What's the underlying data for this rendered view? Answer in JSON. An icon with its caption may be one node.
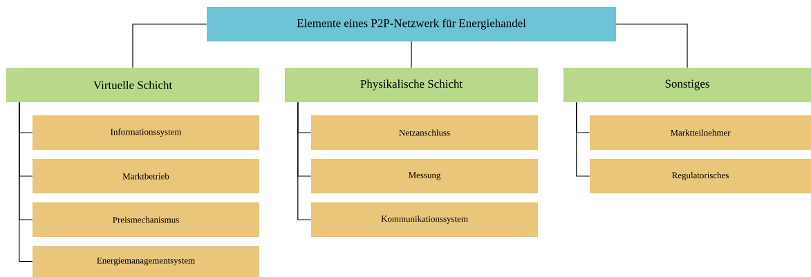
{
  "diagram": {
    "nodes": [
      {
        "text": [
          "Elemente eines P2P-Netzwerk für Energiehandel"
        ]
      },
      {
        "text": [
          "Virtuelle Schicht"
        ]
      },
      {
        "text": [
          "Informationssystem"
        ]
      },
      {
        "text": [
          "Marktbetrieb"
        ]
      },
      {
        "text": [
          "Preismechanismus"
        ]
      },
      {
        "text": [
          "Energiemanagementsystem"
        ]
      },
      {
        "text": [
          "Physikalische Schicht"
        ]
      },
      {
        "text": [
          "Netzanschluss"
        ]
      },
      {
        "text": [
          "Messung"
        ]
      },
      {
        "text": [
          "Kommunikationssystem"
        ]
      },
      {
        "text": [
          "Sonstiges"
        ]
      },
      {
        "text": [
          "Marktteilnehmer"
        ]
      },
      {
        "text": [
          "Regulatorisches"
        ]
      }
    ],
    "edges": [
      {
        "from": 0,
        "to": 1,
        "arrow": "none"
      },
      {
        "from": 0,
        "to": 6,
        "arrow": "none"
      },
      {
        "from": 0,
        "to": 10,
        "arrow": "none"
      },
      {
        "from": 1,
        "to": 2,
        "arrow": "none"
      },
      {
        "from": 1,
        "to": 3,
        "arrow": "none"
      },
      {
        "from": 1,
        "to": 4,
        "arrow": "none"
      },
      {
        "from": 1,
        "to": 5,
        "arrow": "none"
      },
      {
        "from": 6,
        "to": 7,
        "arrow": "none"
      },
      {
        "from": 6,
        "to": 8,
        "arrow": "none"
      },
      {
        "from": 6,
        "to": 9,
        "arrow": "none"
      },
      {
        "from": 10,
        "to": 11,
        "arrow": "none"
      },
      {
        "from": 10,
        "to": 12,
        "arrow": "none"
      }
    ]
  }
}
